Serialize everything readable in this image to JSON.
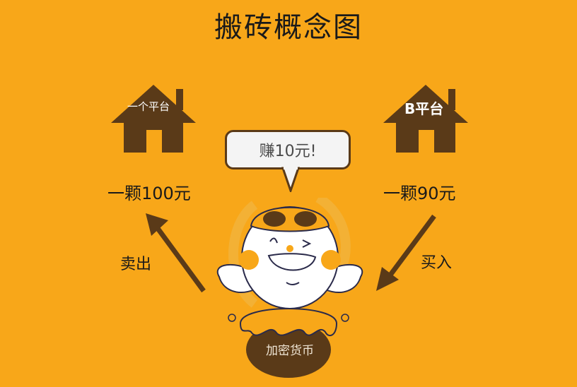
{
  "title": "搬砖概念图",
  "left_house": {
    "label": "一个平台",
    "price": "一颗100元",
    "action": "卖出"
  },
  "right_house": {
    "label": "B平台",
    "price": "一颗90元",
    "action": "买入"
  },
  "bubble": {
    "text": "赚10元!"
  },
  "coin": {
    "label": "加密货币"
  },
  "colors": {
    "background": "#f8a719",
    "house": "#5a3a18",
    "arrow": "#5a3a18"
  }
}
